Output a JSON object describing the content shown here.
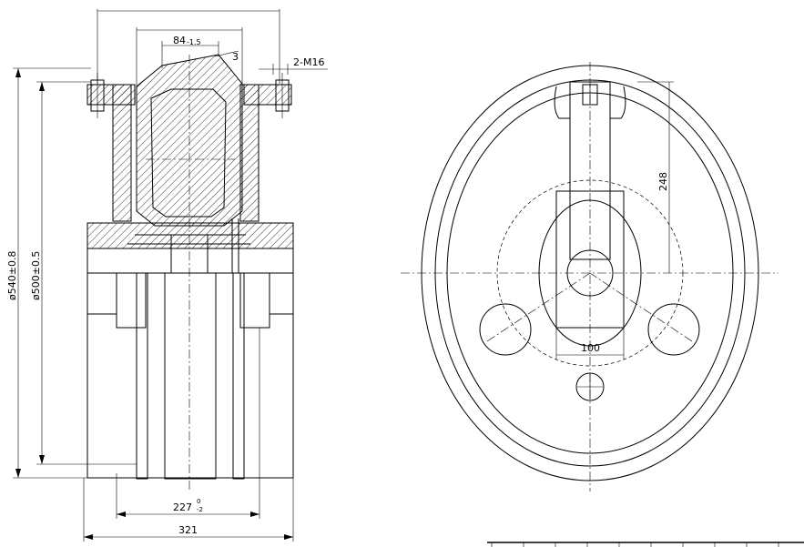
{
  "drawing": {
    "dimensions": {
      "dia_outer": "ø540±0.8",
      "dia_inner": "ø500±0.5",
      "tread_width": "84",
      "tread_tol": "-1.5",
      "angle_mark": "3",
      "bolt_spec": "2-M16",
      "overall_width": "321",
      "hub_width": "227",
      "hub_tol_upper": "0",
      "hub_tol_lower": "-2",
      "slot_height": "248",
      "slot_width": "100"
    }
  }
}
